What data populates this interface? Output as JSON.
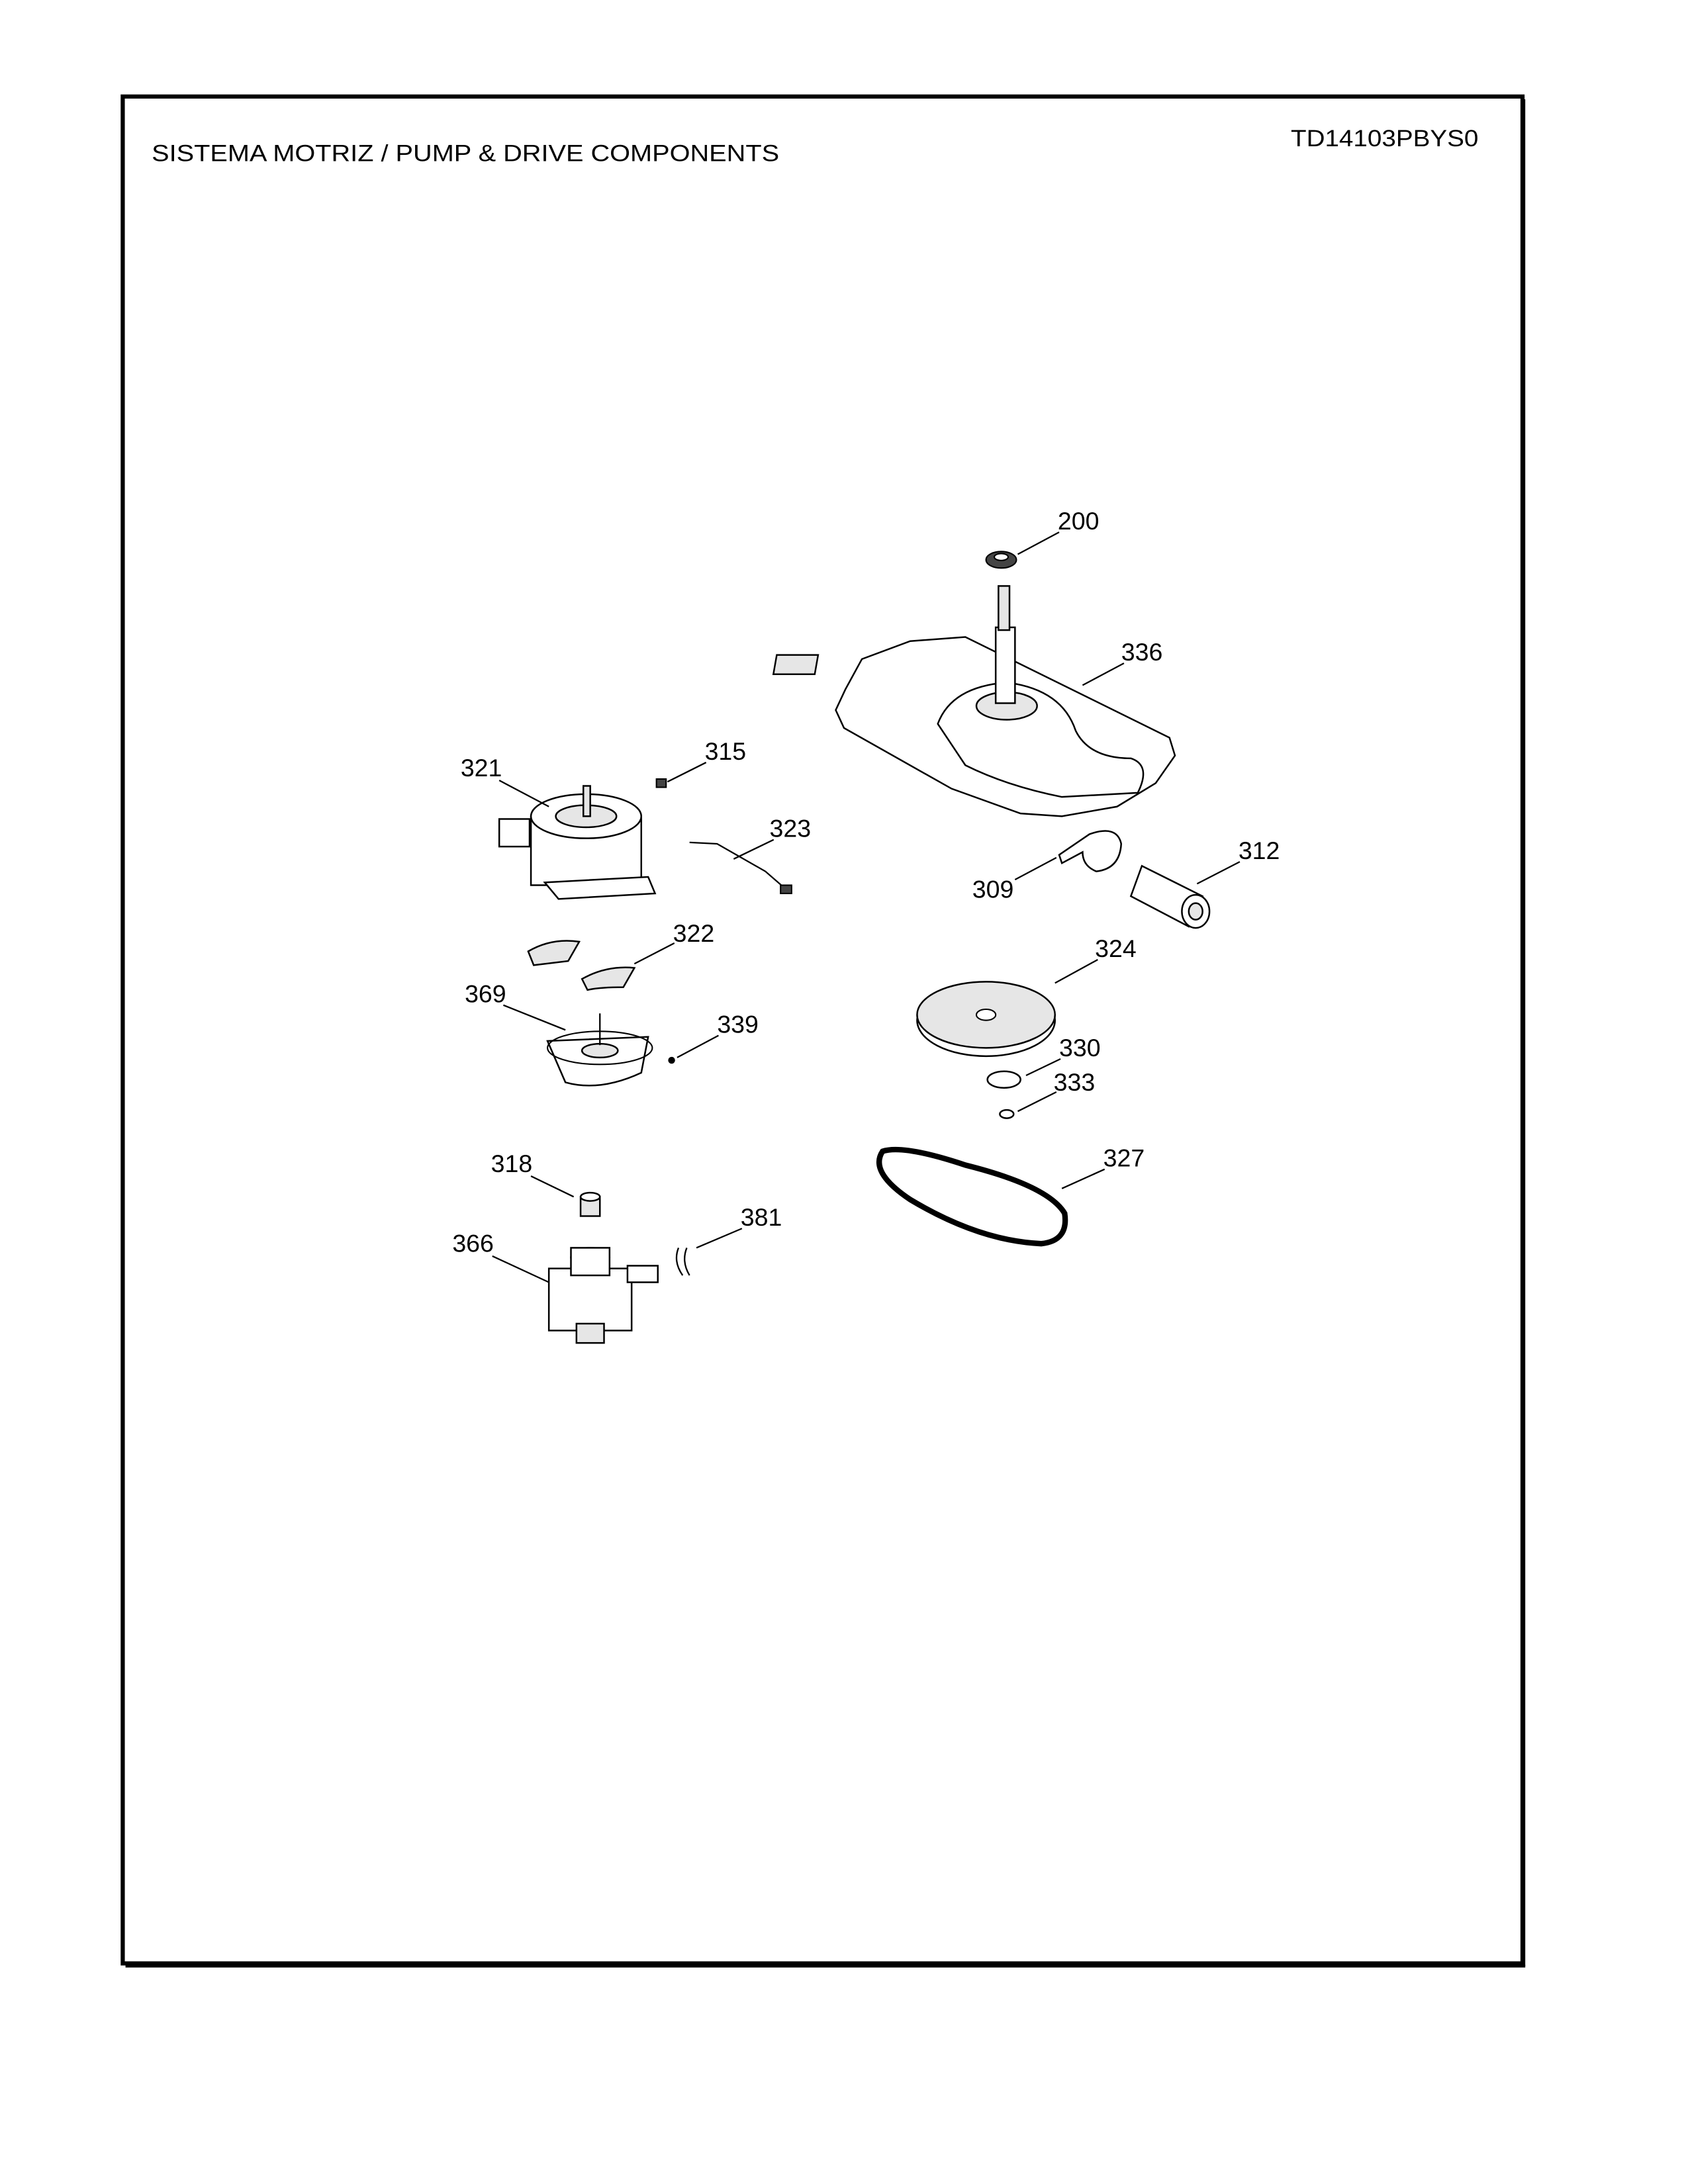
{
  "header": {
    "title": "SISTEMA MOTRIZ / PUMP  &  DRIVE COMPONENTS",
    "model": "TD14103PBYS0"
  },
  "callouts": {
    "c200": "200",
    "c336": "336",
    "c315": "315",
    "c321": "321",
    "c323": "323",
    "c312": "312",
    "c309": "309",
    "c322": "322",
    "c324": "324",
    "c369": "369",
    "c339": "339",
    "c330": "330",
    "c333": "333",
    "c327": "327",
    "c318": "318",
    "c381": "381",
    "c366": "366"
  }
}
